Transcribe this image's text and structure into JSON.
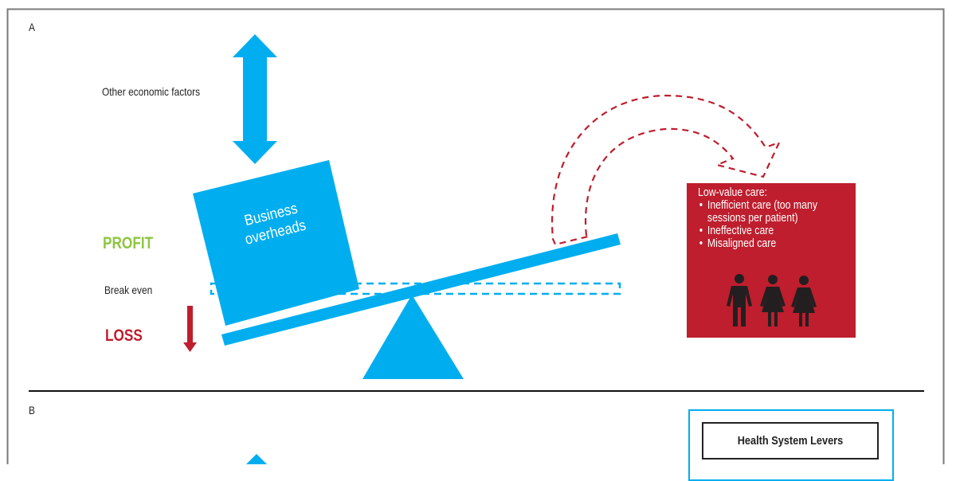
{
  "colors": {
    "blue": "#00aeef",
    "red": "#be1e2d",
    "green": "#8dc63f",
    "dark": "#222222",
    "border": "#808080"
  },
  "panel_a": {
    "label": "A",
    "other_factors_label": "Other economic factors",
    "profit_label": "PROFIT",
    "break_even_label": "Break even",
    "loss_label": "LOSS",
    "box_label_line1": "Business",
    "box_label_line2": "overheads",
    "low_value_care": {
      "title": "Low-value care:",
      "items": [
        "Inefficient care (too many sessions per patient)",
        "Ineffective care",
        "Misaligned care"
      ],
      "people_icons": [
        "man-icon",
        "woman-icon",
        "woman-icon"
      ]
    }
  },
  "panel_b": {
    "label": "B",
    "levers_title": "Health System Levers"
  }
}
